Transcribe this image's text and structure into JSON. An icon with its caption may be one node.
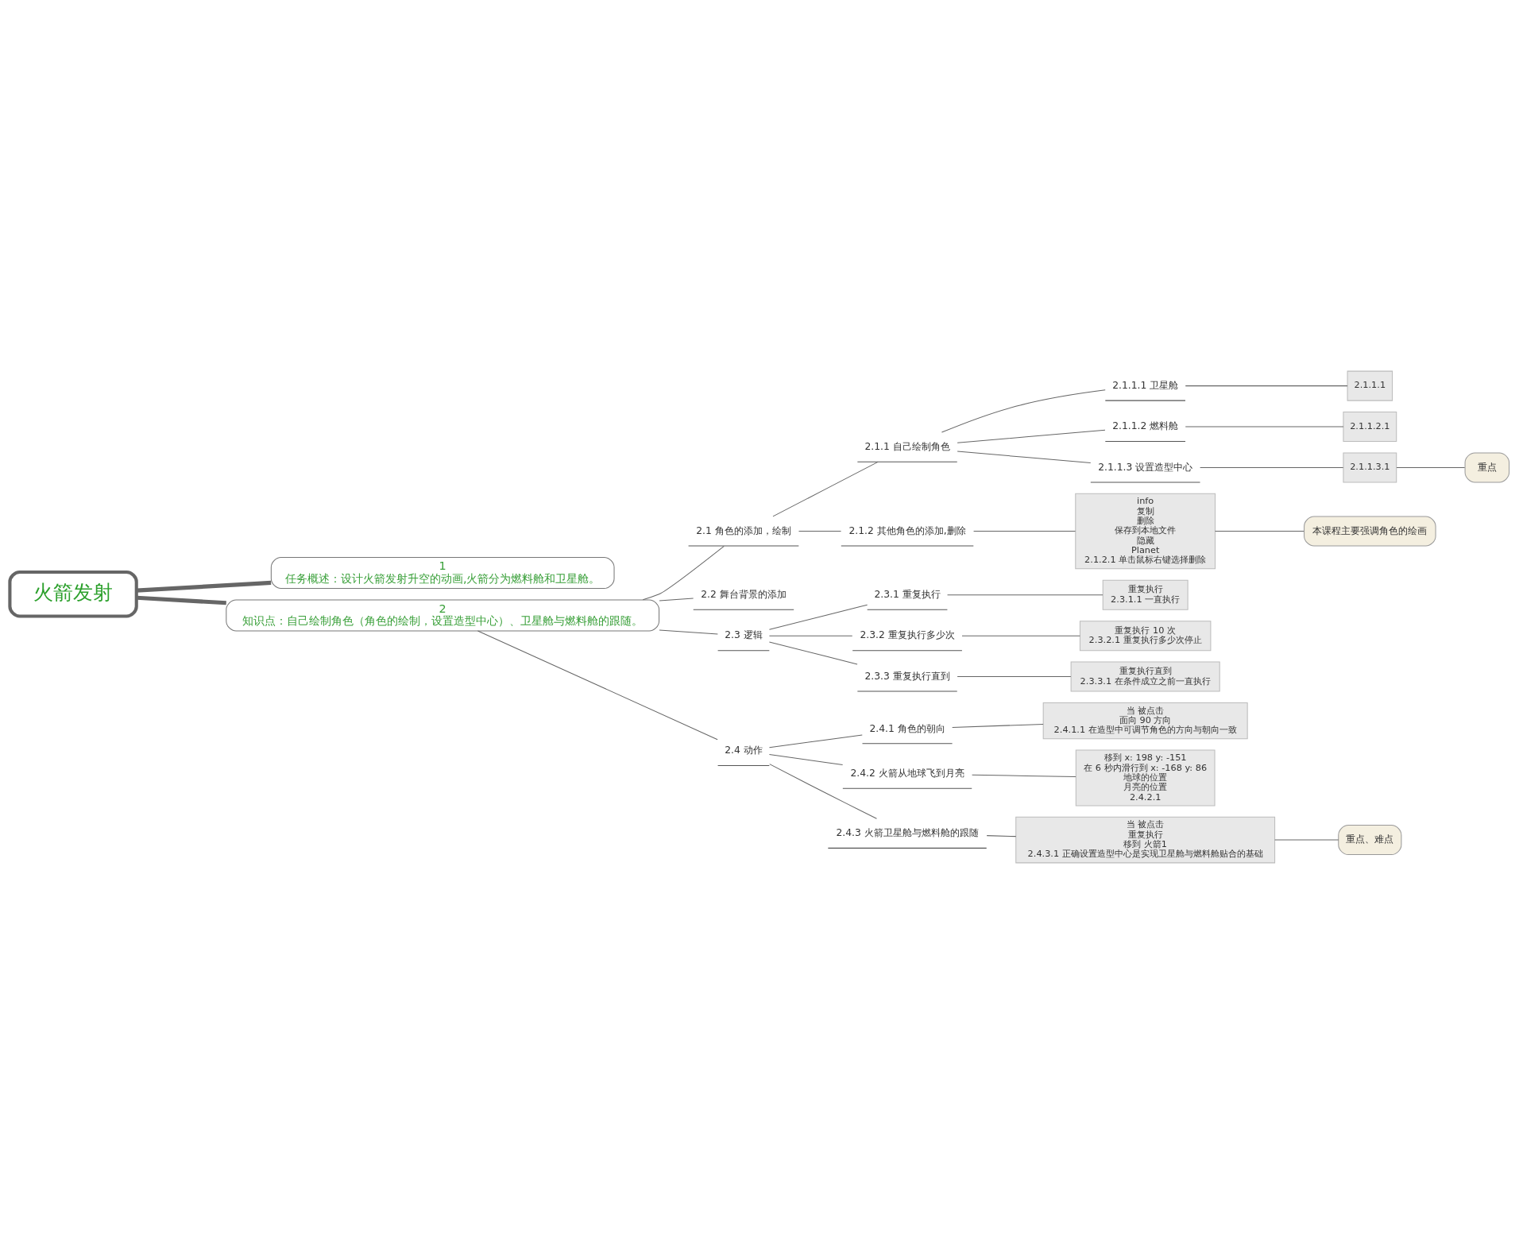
{
  "diagram": {
    "nodes": [
      {
        "text": [
          "火箭发射"
        ]
      },
      {
        "text": [
          "1",
          "任务概述：设计火箭发射升空的动画,火箭分为燃料舱和卫星舱。"
        ]
      },
      {
        "text": [
          "2",
          "知识点：自己绘制角色（角色的绘制，设置造型中心）、卫星舱与燃料舱的跟随。"
        ]
      },
      {
        "text": [
          "2.1 角色的添加，绘制"
        ]
      },
      {
        "text": [
          "2.1.1 自己绘制角色"
        ]
      },
      {
        "text": [
          "2.1.1.1 卫星舱"
        ]
      },
      {
        "text": [
          "2.1.1.1"
        ]
      },
      {
        "text": [
          "2.1.1.2 燃料舱"
        ]
      },
      {
        "text": [
          "2.1.1.2.1"
        ]
      },
      {
        "text": [
          "2.1.1.3 设置造型中心"
        ]
      },
      {
        "text": [
          "2.1.1.3.1"
        ]
      },
      {
        "text": [
          "2.1.2 其他角色的添加,删除"
        ]
      },
      {
        "text": [
          "info",
          "复制",
          "删除",
          "保存到本地文件",
          "隐藏",
          "Planet",
          "2.1.2.1 单击鼠标右键选择删除"
        ]
      },
      {
        "text": [
          "2.2 舞台背景的添加"
        ]
      },
      {
        "text": [
          "2.3 逻辑"
        ]
      },
      {
        "text": [
          "2.3.1 重复执行"
        ]
      },
      {
        "text": [
          "重复执行",
          "2.3.1.1 一直执行"
        ]
      },
      {
        "text": [
          "2.3.2 重复执行多少次"
        ]
      },
      {
        "text": [
          "重复执行 10 次",
          "2.3.2.1 重复执行多少次停止"
        ]
      },
      {
        "text": [
          "2.3.3 重复执行直到"
        ]
      },
      {
        "text": [
          "重复执行直到",
          "2.3.3.1 在条件成立之前一直执行"
        ]
      },
      {
        "text": [
          "2.4 动作"
        ]
      },
      {
        "text": [
          "2.4.1 角色的朝向"
        ]
      },
      {
        "text": [
          "当 被点击",
          "面向 90 方向",
          "2.4.1.1 在造型中可调节角色的方向与朝向一致"
        ]
      },
      {
        "text": [
          "2.4.2 火箭从地球飞到月亮"
        ]
      },
      {
        "text": [
          "移到 x: 198 y: -151",
          "在 6 秒内滑行到 x: -168 y: 86",
          "地球的位置",
          "月亮的位置",
          "2.4.2.1"
        ]
      },
      {
        "text": [
          "2.4.3 火箭卫星舱与燃料舱的跟随"
        ]
      },
      {
        "text": [
          "当 被点击",
          "重复执行",
          "移到 火箭1",
          "2.4.3.1 正确设置造型中心是实现卫星舱与燃料舱贴合的基础"
        ]
      },
      {
        "text": [
          "重点"
        ]
      },
      {
        "text": [
          "本课程主要强调角色的绘画"
        ]
      },
      {
        "text": [
          "重点、难点"
        ]
      }
    ],
    "edges": [
      {
        "from": 0,
        "to": 1,
        "arrow": "none",
        "style": "thick"
      },
      {
        "from": 0,
        "to": 2,
        "arrow": "none",
        "style": "thick"
      },
      {
        "from": 2,
        "to": 3,
        "arrow": "none"
      },
      {
        "from": 3,
        "to": 4,
        "arrow": "none"
      },
      {
        "from": 4,
        "to": 5,
        "arrow": "none"
      },
      {
        "from": 5,
        "to": 6,
        "arrow": "none"
      },
      {
        "from": 4,
        "to": 7,
        "arrow": "none"
      },
      {
        "from": 7,
        "to": 8,
        "arrow": "none"
      },
      {
        "from": 4,
        "to": 9,
        "arrow": "none"
      },
      {
        "from": 9,
        "to": 10,
        "arrow": "none"
      },
      {
        "from": 3,
        "to": 11,
        "arrow": "none"
      },
      {
        "from": 11,
        "to": 12,
        "arrow": "none"
      },
      {
        "from": 2,
        "to": 13,
        "arrow": "none"
      },
      {
        "from": 2,
        "to": 14,
        "arrow": "none"
      },
      {
        "from": 14,
        "to": 15,
        "arrow": "none"
      },
      {
        "from": 15,
        "to": 16,
        "arrow": "none"
      },
      {
        "from": 14,
        "to": 17,
        "arrow": "none"
      },
      {
        "from": 17,
        "to": 18,
        "arrow": "none"
      },
      {
        "from": 14,
        "to": 19,
        "arrow": "none"
      },
      {
        "from": 19,
        "to": 20,
        "arrow": "none"
      },
      {
        "from": 2,
        "to": 21,
        "arrow": "none"
      },
      {
        "from": 21,
        "to": 22,
        "arrow": "none"
      },
      {
        "from": 22,
        "to": 23,
        "arrow": "none"
      },
      {
        "from": 21,
        "to": 24,
        "arrow": "none"
      },
      {
        "from": 24,
        "to": 25,
        "arrow": "none"
      },
      {
        "from": 21,
        "to": 26,
        "arrow": "none"
      },
      {
        "from": 26,
        "to": 27,
        "arrow": "none"
      },
      {
        "from": 10,
        "to": 28,
        "arrow": "none"
      },
      {
        "from": 12,
        "to": 29,
        "arrow": "none"
      },
      {
        "from": 27,
        "to": 30,
        "arrow": "none"
      }
    ]
  }
}
